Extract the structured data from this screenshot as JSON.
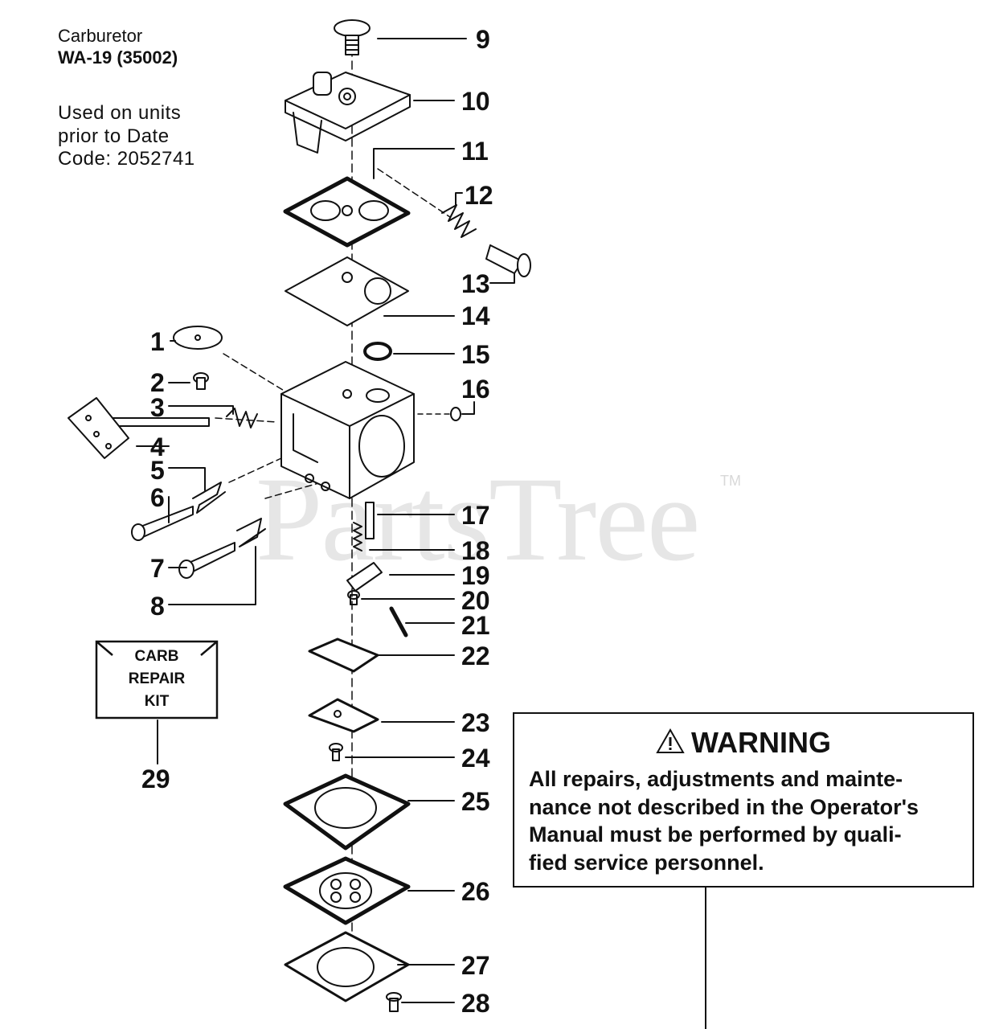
{
  "header": {
    "part_name": "Carburetor",
    "model": "WA-19 (35002)"
  },
  "usage_note": {
    "lines": [
      "Used on units",
      "prior to Date",
      "Code: 2052741"
    ]
  },
  "watermark": {
    "text": "PartsTree",
    "tm": "TM"
  },
  "kit": {
    "lines": [
      "CARB",
      "REPAIR",
      "KIT"
    ],
    "ref_number": "29"
  },
  "warning": {
    "heading": "WARNING",
    "lines": [
      "All repairs, adjustments and mainte-",
      "nance not described in the Operator's",
      "Manual must be performed by quali-",
      "fied service personnel."
    ]
  },
  "callouts": [
    "1",
    "2",
    "3",
    "4",
    "5",
    "6",
    "7",
    "8",
    "9",
    "10",
    "11",
    "12",
    "13",
    "14",
    "15",
    "16",
    "17",
    "18",
    "19",
    "20",
    "21",
    "22",
    "23",
    "24",
    "25",
    "26",
    "27",
    "28"
  ],
  "colors": {
    "ink": "#111111",
    "background": "#ffffff",
    "watermark": "#e6e6e6"
  }
}
